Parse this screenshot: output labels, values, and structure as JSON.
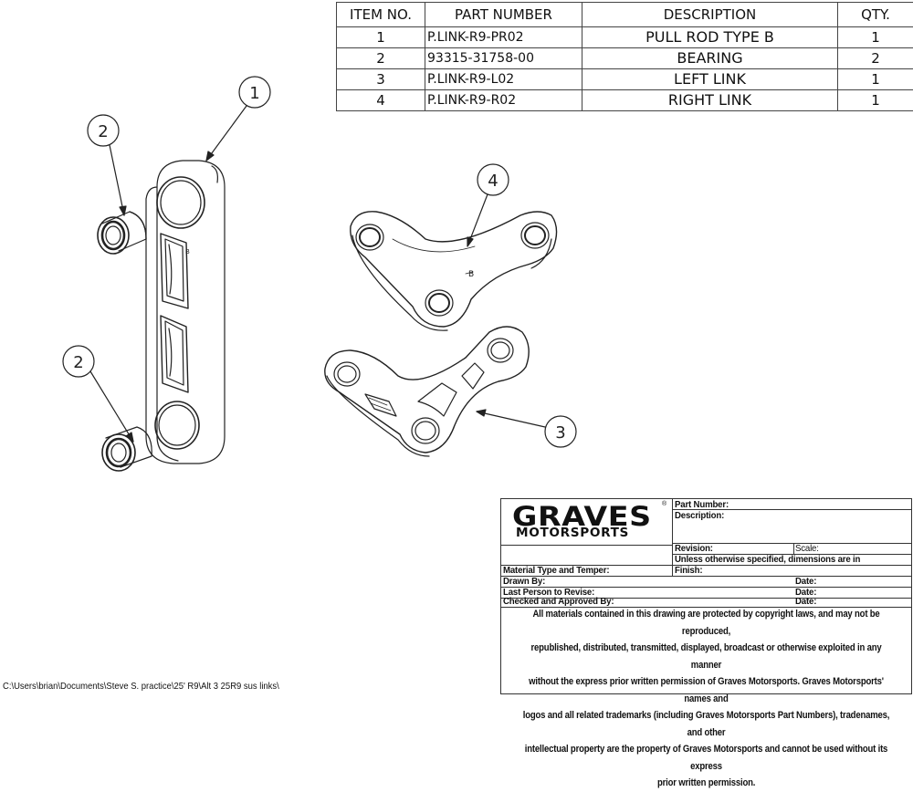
{
  "bom": {
    "headers": [
      "ITEM NO.",
      "PART NUMBER",
      "DESCRIPTION",
      "QTY."
    ],
    "rows": [
      [
        "1",
        "P.LINK-R9-PR02",
        "PULL ROD TYPE B",
        "1"
      ],
      [
        "2",
        "93315-31758-00",
        "BEARING",
        "2"
      ],
      [
        "3",
        "P.LINK-R9-L02",
        "LEFT LINK",
        "1"
      ],
      [
        "4",
        "P.LINK-R9-R02",
        "RIGHT LINK",
        "1"
      ]
    ]
  },
  "balloons": [
    "1",
    "2",
    "2",
    "4",
    "3"
  ],
  "part_marking": "B",
  "title_block": {
    "logo_main": "GRAVES",
    "logo_sub": "MOTORSPORTS",
    "logo_reg": "®",
    "part_number": "Part Number:",
    "description": "Description:",
    "revision": "Revision:",
    "scale": "Scale:",
    "units_note": "Unless otherwise specified, dimensions are in",
    "material": "Material Type and Temper:",
    "finish": "Finish:",
    "drawn_by": "Drawn By:",
    "last_revise": "Last Person to Revise:",
    "checked": "Checked and Approved By:",
    "date1": "Date:",
    "date2": "Date:",
    "date3": "Date:",
    "notice": [
      "All materials contained in this drawing are protected by copyright laws, and may not be reproduced,",
      "republished, distributed, transmitted, displayed, broadcast or otherwise exploited in any manner",
      "without the express prior written permission of Graves Motorsports. Graves Motorsports' names and",
      "logos and all related trademarks (including Graves Motorsports Part Numbers), tradenames, and other",
      "intellectual property are the property of Graves Motorsports and cannot be used without its express",
      "prior written permission."
    ]
  },
  "file_path": "C:\\Users\\brian\\Documents\\Steve S. practice\\25' R9\\Alt 3 25R9 sus links\\"
}
